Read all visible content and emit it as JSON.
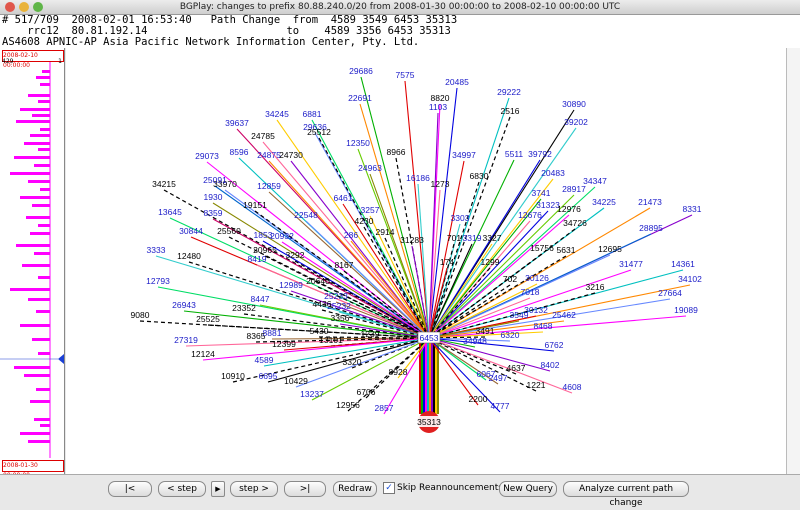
{
  "window": {
    "title": "BGPlay: changes to prefix 80.88.240.0/20 from 2008-01-30 00:00:00 to 2008-02-10 00:00:00 UTC"
  },
  "info": {
    "line1": "# 517/709  2008-02-01 16:53:40   Path Change  from  4589 3549 6453 35313",
    "line2": "    rrc12  80.81.192.14                      to    4589 3356 6453 35313",
    "line3": "AS4608 APNIC-AP Asia Pacific Network Information Center, Pty. Ltd."
  },
  "timeline": {
    "top_date": "2008-02-10 00:00:00",
    "bottom_date": "2008-01-30 00:00:00",
    "scale_left": "429",
    "scale_right": "1",
    "current_fraction": 0.75
  },
  "graph": {
    "center": "6453",
    "origin": "35313",
    "nodes": [
      {
        "label": "7575",
        "c": "b"
      },
      {
        "label": "29686",
        "c": "b"
      },
      {
        "label": "20485",
        "c": "b"
      },
      {
        "label": "8820",
        "c": "k"
      },
      {
        "label": "29222",
        "c": "b"
      },
      {
        "label": "22691",
        "c": "b"
      },
      {
        "label": "1103",
        "c": "b"
      },
      {
        "label": "2516",
        "c": "k"
      },
      {
        "label": "30890",
        "c": "b"
      },
      {
        "label": "34245",
        "c": "b"
      },
      {
        "label": "6881",
        "c": "b"
      },
      {
        "label": "39637",
        "c": "b"
      },
      {
        "label": "29636",
        "c": "b"
      },
      {
        "label": "25512",
        "c": "k"
      },
      {
        "label": "39202",
        "c": "b"
      },
      {
        "label": "24785",
        "c": "k"
      },
      {
        "label": "12350",
        "c": "b"
      },
      {
        "label": "8966",
        "c": "k"
      },
      {
        "label": "34997",
        "c": "b"
      },
      {
        "label": "5511",
        "c": "b"
      },
      {
        "label": "39792",
        "c": "b"
      },
      {
        "label": "29073",
        "c": "b"
      },
      {
        "label": "8596",
        "c": "b"
      },
      {
        "label": "24875",
        "c": "b"
      },
      {
        "label": "24730",
        "c": "k"
      },
      {
        "label": "24963",
        "c": "b"
      },
      {
        "label": "6830",
        "c": "k"
      },
      {
        "label": "20483",
        "c": "b"
      },
      {
        "label": "34347",
        "c": "b"
      },
      {
        "label": "34215",
        "c": "k"
      },
      {
        "label": "33970",
        "c": "k"
      },
      {
        "label": "12859",
        "c": "b"
      },
      {
        "label": "16186",
        "c": "b"
      },
      {
        "label": "1273",
        "c": "k"
      },
      {
        "label": "28917",
        "c": "b"
      },
      {
        "label": "25091",
        "c": "b"
      },
      {
        "label": "6461",
        "c": "b"
      },
      {
        "label": "3741",
        "c": "b"
      },
      {
        "label": "31323",
        "c": "b"
      },
      {
        "label": "12976",
        "c": "k"
      },
      {
        "label": "34225",
        "c": "b"
      },
      {
        "label": "21473",
        "c": "b"
      },
      {
        "label": "8331",
        "c": "b"
      },
      {
        "label": "1930",
        "c": "b"
      },
      {
        "label": "19151",
        "c": "k"
      },
      {
        "label": "3257",
        "c": "b"
      },
      {
        "label": "13645",
        "c": "b"
      },
      {
        "label": "8359",
        "c": "b"
      },
      {
        "label": "22548",
        "c": "b"
      },
      {
        "label": "4230",
        "c": "k"
      },
      {
        "label": "3303",
        "c": "b"
      },
      {
        "label": "12676",
        "c": "b"
      },
      {
        "label": "34726",
        "c": "k"
      },
      {
        "label": "28895",
        "c": "b"
      },
      {
        "label": "30844",
        "c": "b"
      },
      {
        "label": "25560",
        "c": "k"
      },
      {
        "label": "1853",
        "c": "b"
      },
      {
        "label": "20932",
        "c": "b"
      },
      {
        "label": "2914",
        "c": "k"
      },
      {
        "label": "286",
        "c": "b"
      },
      {
        "label": "31283",
        "c": "k"
      },
      {
        "label": "701",
        "c": "k"
      },
      {
        "label": "3319",
        "c": "b"
      },
      {
        "label": "3327",
        "c": "k"
      },
      {
        "label": "15756",
        "c": "k"
      },
      {
        "label": "5631",
        "c": "k"
      },
      {
        "label": "12695",
        "c": "k"
      },
      {
        "label": "20965",
        "c": "k"
      },
      {
        "label": "3333",
        "c": "b"
      },
      {
        "label": "8419",
        "c": "b"
      },
      {
        "label": "3292",
        "c": "k"
      },
      {
        "label": "8167",
        "c": "k"
      },
      {
        "label": "174",
        "c": "k"
      },
      {
        "label": "1299",
        "c": "k"
      },
      {
        "label": "12480",
        "c": "k"
      },
      {
        "label": "31477",
        "c": "b"
      },
      {
        "label": "14361",
        "c": "b"
      },
      {
        "label": "34102",
        "c": "b"
      },
      {
        "label": "12989",
        "c": "b"
      },
      {
        "label": "20640",
        "c": "k"
      },
      {
        "label": "702",
        "c": "k"
      },
      {
        "label": "30126",
        "c": "b"
      },
      {
        "label": "12793",
        "c": "b"
      },
      {
        "label": "3216",
        "c": "k"
      },
      {
        "label": "27664",
        "c": "b"
      },
      {
        "label": "25233",
        "c": "b"
      },
      {
        "label": "25232",
        "c": "b"
      },
      {
        "label": "7018",
        "c": "b"
      },
      {
        "label": "8447",
        "c": "b"
      },
      {
        "label": "4436",
        "c": "k"
      },
      {
        "label": "30132",
        "c": "b"
      },
      {
        "label": "26943",
        "c": "b"
      },
      {
        "label": "23352",
        "c": "k"
      },
      {
        "label": "19089",
        "c": "b"
      },
      {
        "label": "9080",
        "c": "k"
      },
      {
        "label": "25462",
        "c": "b"
      },
      {
        "label": "3356",
        "c": "k"
      },
      {
        "label": "3549",
        "c": "b"
      },
      {
        "label": "25525",
        "c": "k"
      },
      {
        "label": "8468",
        "c": "b"
      },
      {
        "label": "5430",
        "c": "k"
      },
      {
        "label": "3491",
        "c": "k"
      },
      {
        "label": "6320",
        "c": "b"
      },
      {
        "label": "8881",
        "c": "b"
      },
      {
        "label": "1239",
        "c": "k"
      },
      {
        "label": "27319",
        "c": "b"
      },
      {
        "label": "8365",
        "c": "k"
      },
      {
        "label": "13101",
        "c": "k"
      },
      {
        "label": "12399",
        "c": "k"
      },
      {
        "label": "34948",
        "c": "b"
      },
      {
        "label": "6762",
        "c": "b"
      },
      {
        "label": "12124",
        "c": "k"
      },
      {
        "label": "4589",
        "c": "b"
      },
      {
        "label": "3320",
        "c": "k"
      },
      {
        "label": "8402",
        "c": "b"
      },
      {
        "label": "10910",
        "c": "k"
      },
      {
        "label": "6695",
        "c": "b"
      },
      {
        "label": "8928",
        "c": "k"
      },
      {
        "label": "6067",
        "c": "b"
      },
      {
        "label": "4637",
        "c": "k"
      },
      {
        "label": "10429",
        "c": "k"
      },
      {
        "label": "2497",
        "c": "b"
      },
      {
        "label": "1221",
        "c": "k"
      },
      {
        "label": "4608",
        "c": "b"
      },
      {
        "label": "13237",
        "c": "b"
      },
      {
        "label": "6706",
        "c": "k"
      },
      {
        "label": "2200",
        "c": "k"
      },
      {
        "label": "12956",
        "c": "k"
      },
      {
        "label": "4777",
        "c": "b"
      },
      {
        "label": "2857",
        "c": "b"
      }
    ]
  },
  "controls": {
    "first": "|<",
    "step_back": "< step",
    "play": "▶",
    "step_fwd": "step >",
    "last": ">|",
    "redraw": "Redraw",
    "skip_checked": "✓",
    "skip_label": "Skip Reannouncements",
    "new_query": "New Query",
    "analyze": "Analyze current path change"
  },
  "colors": {
    "label_blue": "#1a1ac8",
    "label_black": "#000000",
    "origin_red": "#e02020",
    "timeline_magenta": "#ff00ff"
  }
}
